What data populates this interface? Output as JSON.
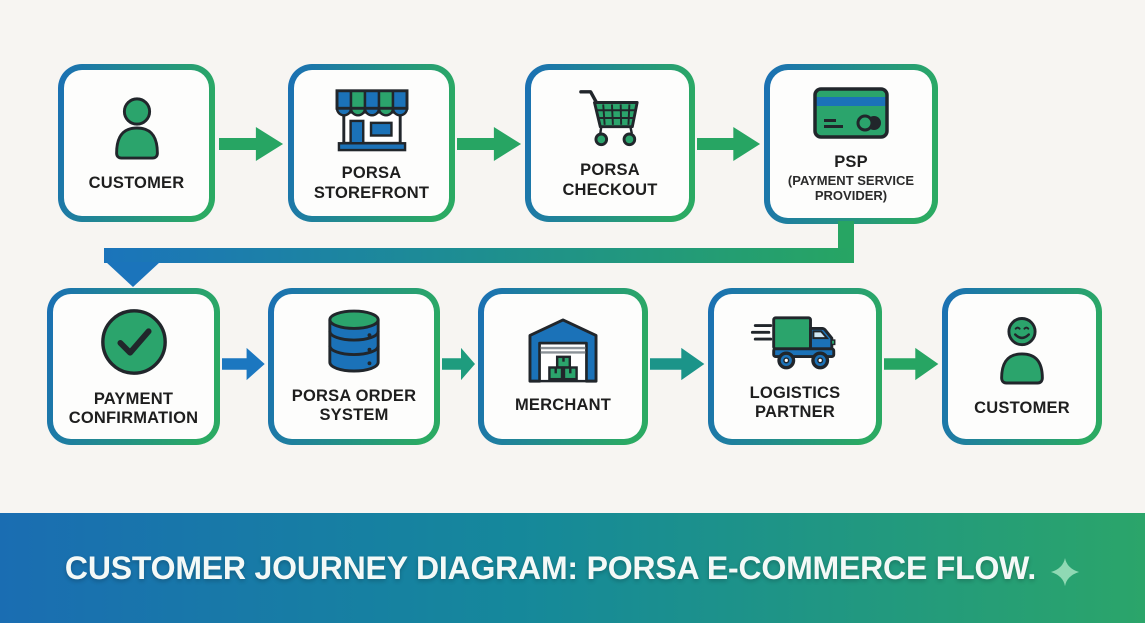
{
  "page": {
    "background": "#f7f5f2",
    "kind": "customer-journey-flow-diagram"
  },
  "banner": {
    "title": "CUSTOMER JOURNEY DIAGRAM: PORSA E-COMMERCE FLOW.",
    "sparkle_icon": "four-pointed-sparkle",
    "gradient_left": "#1a6db2",
    "gradient_right": "#2ba56a",
    "text_color": "#f4f9f7"
  },
  "palette": {
    "node_border_gradient_left": "#1a6fb5",
    "node_border_gradient_right": "#2baa63",
    "node_background": "#fdfdfc",
    "label_color": "#1e1e1e",
    "icon_green": "#2ba46c",
    "icon_blue": "#1b72b8",
    "icon_light_blue": "#cfe6f4",
    "icon_outline": "#21262b",
    "arrow_green": "#27a563",
    "arrow_blue": "#1b77c0",
    "arrow_teal": "#1b9489",
    "arrow_teal_green": "#1e9c7e",
    "connector_gradient": [
      "#1b74bb",
      "#27a563"
    ],
    "sparkle_color": "#8fd9b4"
  },
  "flow": {
    "row1": [
      {
        "label": "CUSTOMER",
        "icon": "person-icon"
      },
      {
        "label": "PORSA STOREFRONT",
        "icon": "storefront-icon"
      },
      {
        "label": "PORSA CHECKOUT",
        "icon": "shopping-cart-icon"
      },
      {
        "label": "PSP",
        "sublabel": "(PAYMENT SERVICE PROVIDER)",
        "icon": "credit-card-icon"
      }
    ],
    "row2": [
      {
        "label": "PAYMENT CONFIRMATION",
        "icon": "check-circle-icon"
      },
      {
        "label": "PORSA ORDER SYSTEM",
        "icon": "database-icon"
      },
      {
        "label": "MERCHANT",
        "icon": "warehouse-icon"
      },
      {
        "label": "LOGISTICS PARTNER",
        "icon": "delivery-truck-icon"
      },
      {
        "label": "CUSTOMER",
        "icon": "happy-person-icon"
      }
    ]
  }
}
